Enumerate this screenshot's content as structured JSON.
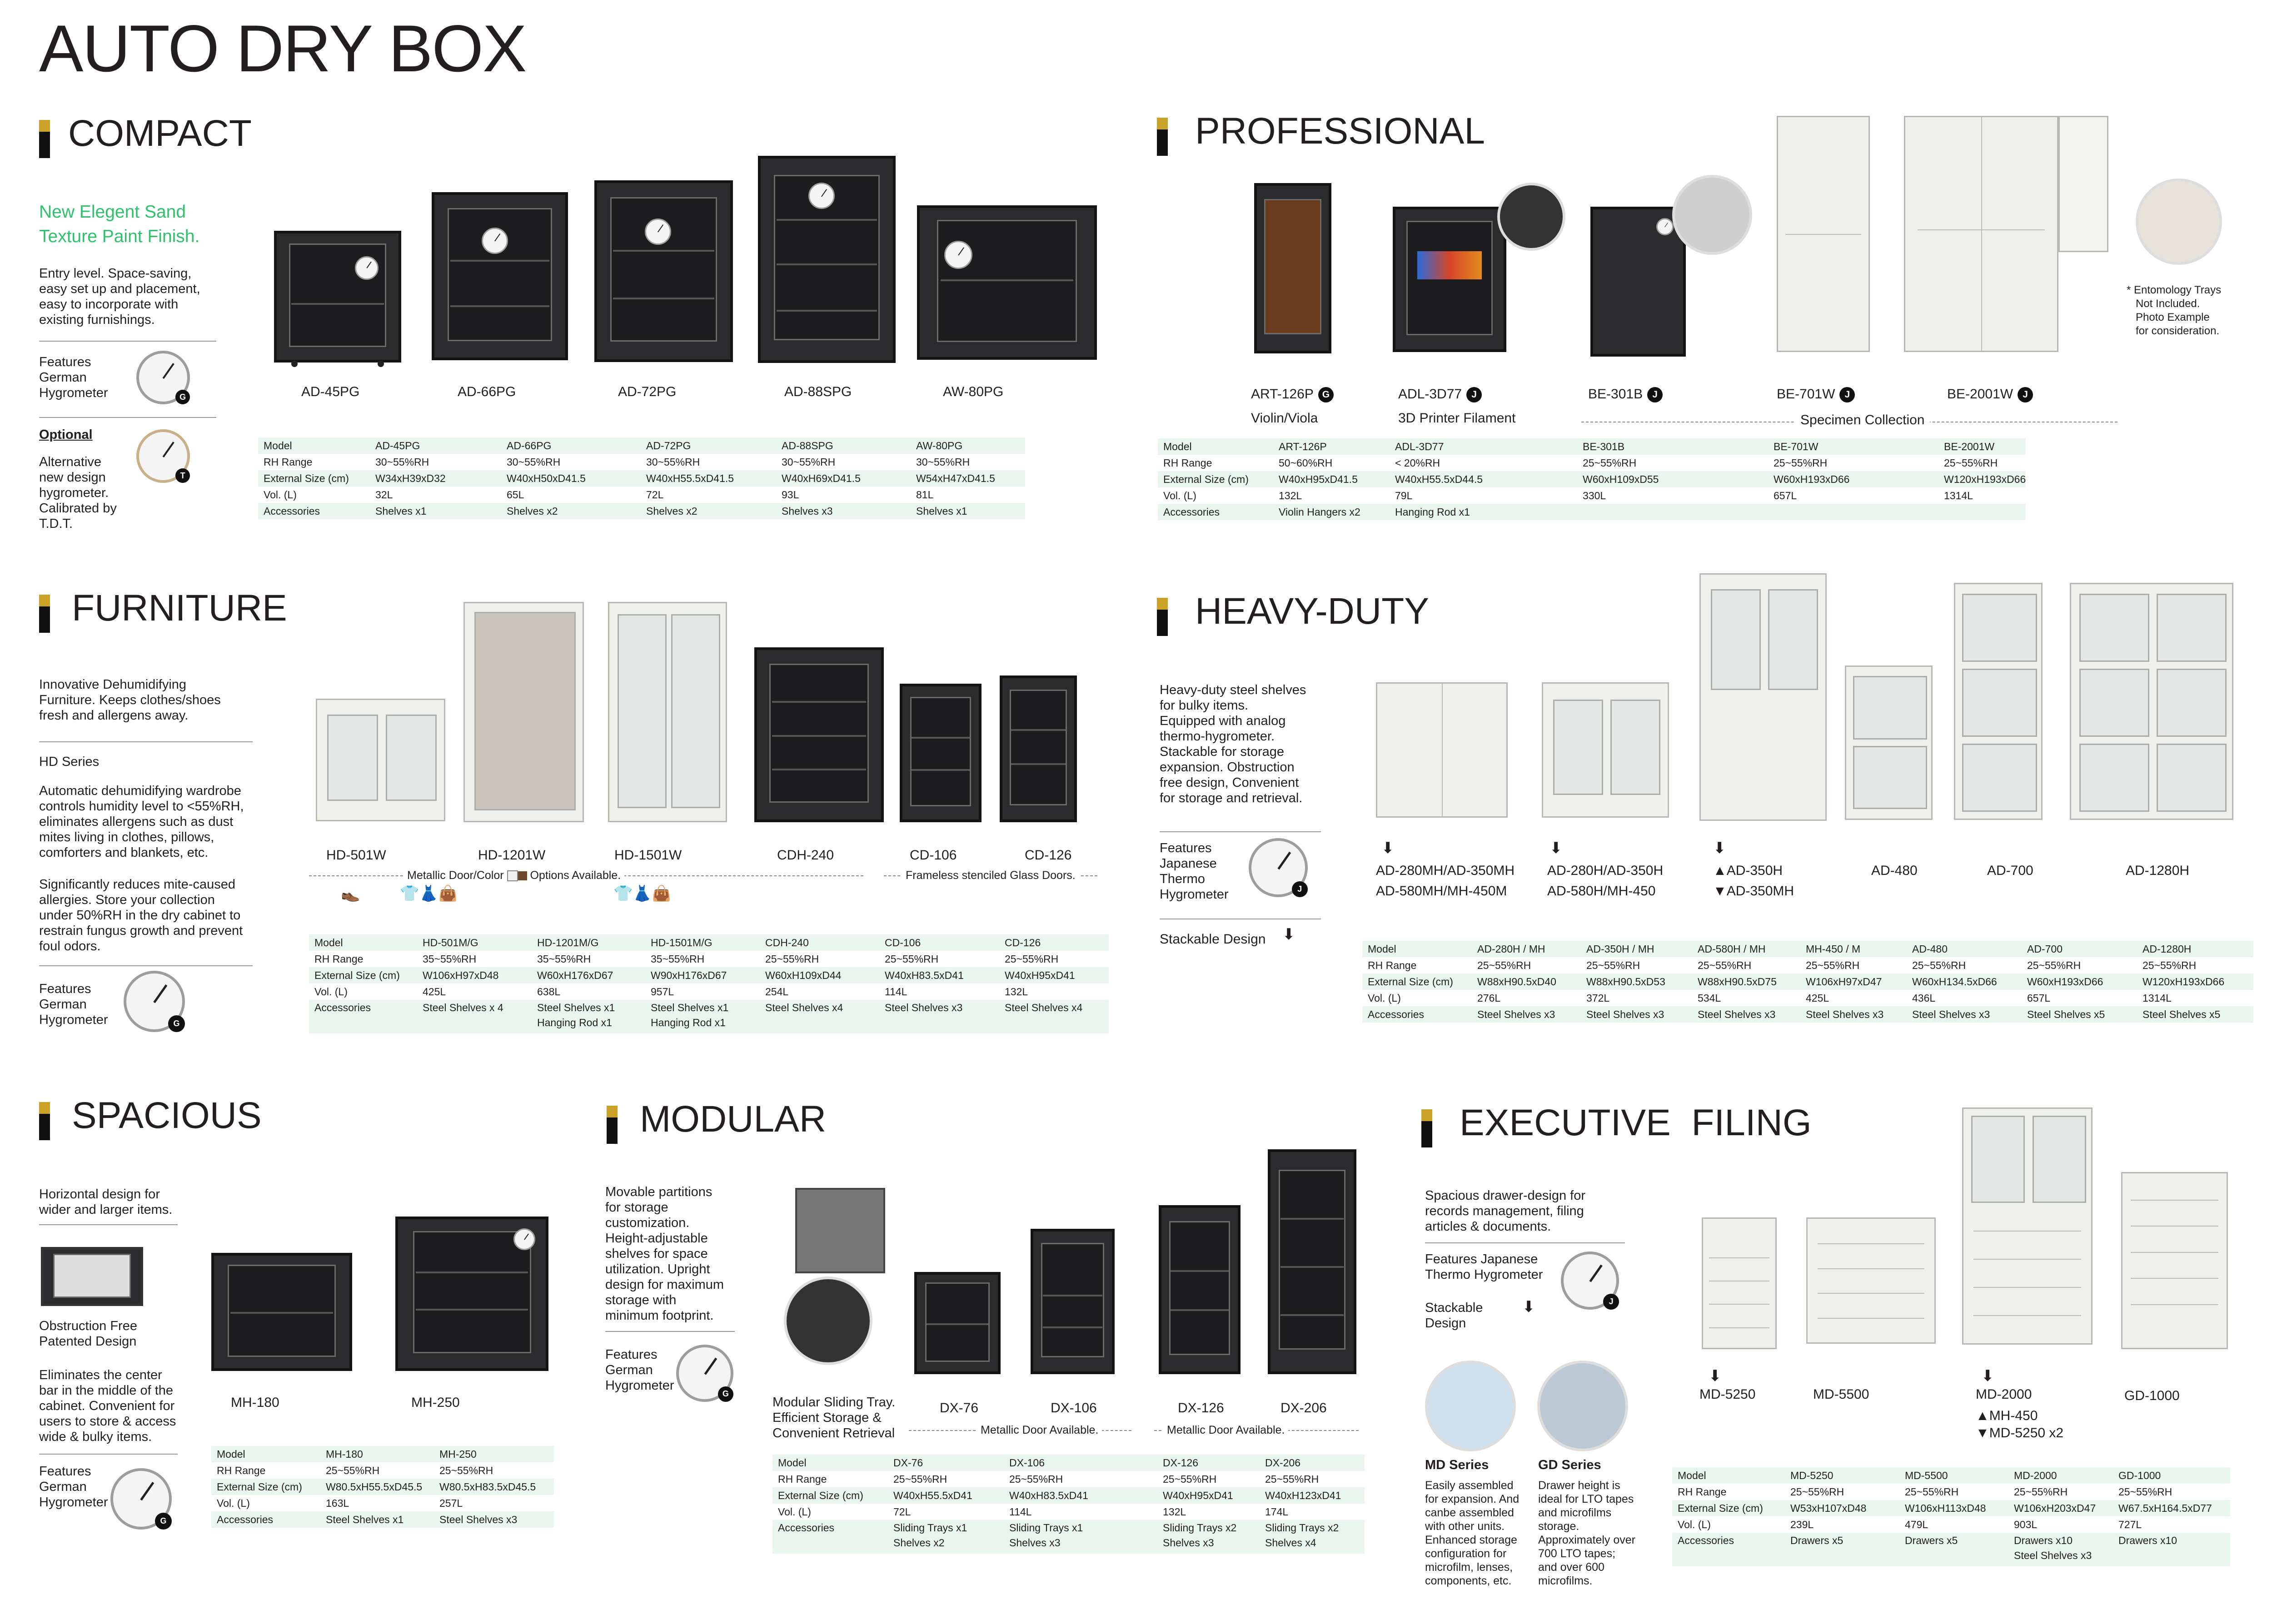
{
  "title": "AUTO DRY BOX",
  "spec_labels": [
    "Model",
    "RH Range",
    "External Size (cm)",
    "Vol. (L)",
    "Accessories"
  ],
  "compact": {
    "title": "COMPACT",
    "highlight": "New Elegent Sand\nTexture Paint Finish.",
    "desc": "Entry level. Space-saving,\neasy set up and placement,\neasy to incorporate with\nexisting furnishings.",
    "features": "Features\nGerman\nHygrometer",
    "optional_title": "Optional",
    "optional_desc": "Alternative\nnew design\nhygrometer.\nCalibrated by\nT.D.T.",
    "badge_g": "G",
    "badge_t": "T",
    "products": [
      "AD-45PG",
      "AD-66PG",
      "AD-72PG",
      "AD-88SPG",
      "AW-80PG"
    ],
    "table": [
      [
        "AD-45PG",
        "30~55%RH",
        "W34xH39xD32",
        "32L",
        "Shelves x1"
      ],
      [
        "AD-66PG",
        "30~55%RH",
        "W40xH50xD41.5",
        "65L",
        "Shelves x2"
      ],
      [
        "AD-72PG",
        "30~55%RH",
        "W40xH55.5xD41.5",
        "72L",
        "Shelves x2"
      ],
      [
        "AD-88SPG",
        "30~55%RH",
        "W40xH69xD41.5",
        "93L",
        "Shelves x3"
      ],
      [
        "AW-80PG",
        "30~55%RH",
        "W54xH47xD41.5",
        "81L",
        "Shelves x1"
      ]
    ]
  },
  "professional": {
    "title": "PROFESSIONAL",
    "products": [
      {
        "name": "ART-126P",
        "badge": "G",
        "sub": "Violin/Viola"
      },
      {
        "name": "ADL-3D77",
        "badge": "J",
        "sub": "3D Printer Filament"
      },
      {
        "name": "BE-301B",
        "badge": "J",
        "sub": ""
      },
      {
        "name": "BE-701W",
        "badge": "J",
        "sub": ""
      },
      {
        "name": "BE-2001W",
        "badge": "J",
        "sub": ""
      }
    ],
    "specimen": "Specimen Collection",
    "note": "* Entomology Trays\n   Not Included.\n   Photo Example\n   for consideration.",
    "table": [
      [
        "ART-126P",
        "50~60%RH",
        "W40xH95xD41.5",
        "132L",
        "Violin Hangers x2"
      ],
      [
        "ADL-3D77",
        "< 20%RH",
        "W40xH55.5xD44.5",
        "79L",
        "Hanging Rod x1"
      ],
      [
        "BE-301B",
        "25~55%RH",
        "W60xH109xD55",
        "330L",
        ""
      ],
      [
        "BE-701W",
        "25~55%RH",
        "W60xH193xD66",
        "657L",
        ""
      ],
      [
        "BE-2001W",
        "25~55%RH",
        "W120xH193xD66",
        "1314L",
        ""
      ]
    ]
  },
  "furniture": {
    "title": "FURNITURE",
    "desc1": "Innovative Dehumidifying\nFurniture. Keeps clothes/shoes\nfresh and allergens away.",
    "series": "HD Series",
    "desc2": "Automatic dehumidifying wardrobe\ncontrols humidity level to <55%RH,\neliminates allergens such as dust\nmites living in clothes, pillows,\ncomforters and blankets, etc.",
    "desc3": "Significantly reduces mite-caused\nallergies. Store your collection\nunder 50%RH in the dry cabinet to\nrestrain fungus growth and prevent\nfoul odors.",
    "features": "Features\nGerman\nHygrometer",
    "badge": "G",
    "products": [
      "HD-501W",
      "HD-1201W",
      "HD-1501W",
      "CDH-240",
      "CD-106",
      "CD-126"
    ],
    "note_metallic": "Metallic Door/Color",
    "note_options": "Options Available.",
    "note_frameless": "Frameless stenciled Glass Doors.",
    "table": [
      [
        "HD-501M/G",
        "35~55%RH",
        "W106xH97xD48",
        "425L",
        "Steel Shelves x 4",
        ""
      ],
      [
        "HD-1201M/G",
        "35~55%RH",
        "W60xH176xD67",
        "638L",
        "Steel Shelves x1",
        "Hanging Rod x1"
      ],
      [
        "HD-1501M/G",
        "35~55%RH",
        "W90xH176xD67",
        "957L",
        "Steel Shelves x1",
        "Hanging Rod x1"
      ],
      [
        "CDH-240",
        "25~55%RH",
        "W60xH109xD44",
        "254L",
        "Steel Shelves x4",
        ""
      ],
      [
        "CD-106",
        "25~55%RH",
        "W40xH83.5xD41",
        "114L",
        "Steel Shelves x3",
        ""
      ],
      [
        "CD-126",
        "25~55%RH",
        "W40xH95xD41",
        "132L",
        "Steel Shelves x4",
        ""
      ]
    ]
  },
  "heavy": {
    "title": "HEAVY-DUTY",
    "desc": "Heavy-duty steel shelves\nfor bulky items.\nEquipped with analog\nthermo-hygrometer.\nStackable for storage\nexpansion. Obstruction\nfree design, Convenient\nfor storage and retrieval.",
    "features": "Features\nJapanese\nThermo\nHygrometer",
    "badge": "J",
    "stackable": "Stackable Design",
    "products": [
      {
        "l1": "AD-280MH/AD-350MH",
        "l2": "AD-580MH/MH-450M"
      },
      {
        "l1": "AD-280H/AD-350H",
        "l2": "AD-580H/MH-450"
      },
      {
        "l1": "▲AD-350H",
        "l2": "▼AD-350MH"
      },
      {
        "l1": "AD-480",
        "l2": ""
      },
      {
        "l1": "AD-700",
        "l2": ""
      },
      {
        "l1": "AD-1280H",
        "l2": ""
      }
    ],
    "table": [
      [
        "AD-280H / MH",
        "25~55%RH",
        "W88xH90.5xD40",
        "276L",
        "Steel Shelves x3"
      ],
      [
        "AD-350H / MH",
        "25~55%RH",
        "W88xH90.5xD53",
        "372L",
        "Steel Shelves x3"
      ],
      [
        "AD-580H / MH",
        "25~55%RH",
        "W88xH90.5xD75",
        "534L",
        "Steel Shelves x3"
      ],
      [
        "MH-450 / M",
        "25~55%RH",
        "W106xH97xD47",
        "425L",
        "Steel Shelves x3"
      ],
      [
        "AD-480",
        "25~55%RH",
        "W60xH134.5xD66",
        "436L",
        "Steel Shelves x3"
      ],
      [
        "AD-700",
        "25~55%RH",
        "W60xH193xD66",
        "657L",
        "Steel Shelves x5"
      ],
      [
        "AD-1280H",
        "25~55%RH",
        "W120xH193xD66",
        "1314L",
        "Steel Shelves x5"
      ]
    ]
  },
  "spacious": {
    "title": "SPACIOUS",
    "desc1": "Horizontal design for\nwider and larger items.",
    "obstruction": "Obstruction Free\nPatented Design",
    "desc2": "Eliminates the center\nbar in the middle of the\ncabinet. Convenient for\nusers to store & access\nwide & bulky items.",
    "features": "Features\nGerman\nHygrometer",
    "badge": "G",
    "products": [
      "MH-180",
      "MH-250"
    ],
    "table": [
      [
        "MH-180",
        "25~55%RH",
        "W80.5xH55.5xD45.5",
        "163L",
        "Steel Shelves x1"
      ],
      [
        "MH-250",
        "25~55%RH",
        "W80.5xH83.5xD45.5",
        "257L",
        "Steel Shelves x3"
      ]
    ]
  },
  "modular": {
    "title": "MODULAR",
    "desc": "Movable partitions\nfor storage\ncustomization.\nHeight-adjustable\nshelves for space\nutilization. Upright\ndesign for maximum\nstorage with\nminimum footprint.",
    "features": "Features\nGerman\nHygrometer",
    "badge": "G",
    "tray": "Modular Sliding Tray.\nEfficient Storage &\nConvenient Retrieval",
    "products": [
      "DX-76",
      "DX-106",
      "DX-126",
      "DX-206"
    ],
    "note1": "Metallic Door Available.",
    "note2": "Metallic Door Available.",
    "table": [
      [
        "DX-76",
        "25~55%RH",
        "W40xH55.5xD41",
        "72L",
        "Sliding Trays x1",
        "Shelves x2"
      ],
      [
        "DX-106",
        "25~55%RH",
        "W40xH83.5xD41",
        "114L",
        "Sliding Trays x1",
        "Shelves x3"
      ],
      [
        "DX-126",
        "25~55%RH",
        "W40xH95xD41",
        "132L",
        "Sliding Trays x2",
        "Shelves x3"
      ],
      [
        "DX-206",
        "25~55%RH",
        "W40xH123xD41",
        "174L",
        "Sliding Trays x2",
        "Shelves x4"
      ]
    ]
  },
  "executive": {
    "title": "EXECUTIVE  FILING",
    "desc": "Spacious drawer-design for\nrecords management, filing\narticles & documents.",
    "features": "Features Japanese\nThermo Hygrometer",
    "badge": "J",
    "stackable": "Stackable\nDesign",
    "md_title": "MD Series",
    "md_desc": "Easily assembled\nfor expansion. And\ncanbe assembled\nwith other units.\nEnhanced storage\nconfiguration for\nmicrofilm, lenses,\ncomponents, etc.",
    "gd_title": "GD Series",
    "gd_desc": "Drawer height is\nideal for LTO tapes\nand microfilms\nstorage.\nApproximately over\n700 LTO tapes;\nand over 600\nmicrofilms.",
    "products": [
      {
        "l1": "MD-5250",
        "l2": "",
        "l3": ""
      },
      {
        "l1": "MD-5500",
        "l2": "",
        "l3": ""
      },
      {
        "l1": "MD-2000",
        "l2": "▲MH-450",
        "l3": "▼MD-5250 x2"
      },
      {
        "l1": "GD-1000",
        "l2": "",
        "l3": ""
      }
    ],
    "table": [
      [
        "MD-5250",
        "25~55%RH",
        "W53xH107xD48",
        "239L",
        "Drawers x5",
        ""
      ],
      [
        "MD-5500",
        "25~55%RH",
        "W106xH113xD48",
        "479L",
        "Drawers x5",
        ""
      ],
      [
        "MD-2000",
        "25~55%RH",
        "W106xH203xD47",
        "903L",
        "Drawers x10",
        "Steel Shelves x3"
      ],
      [
        "GD-1000",
        "25~55%RH",
        "W67.5xH164.5xD77",
        "727L",
        "Drawers x10",
        ""
      ]
    ]
  }
}
